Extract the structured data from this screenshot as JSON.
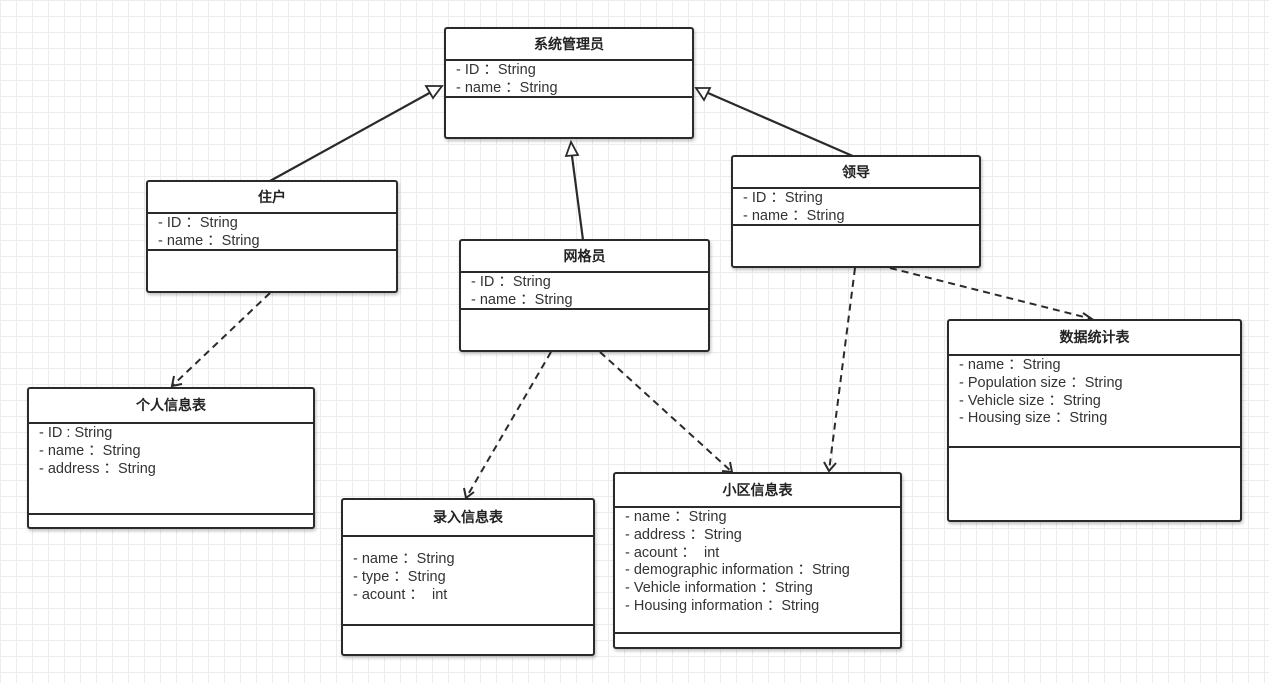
{
  "classes": {
    "admin": {
      "name": "系统管理员",
      "attributes": [
        "- ID ：String",
        "- name ：String"
      ]
    },
    "resident": {
      "name": "住户",
      "attributes": [
        "- ID ：String",
        "- name ：String"
      ]
    },
    "grid": {
      "name": "网格员",
      "attributes": [
        "- ID ：String",
        "- name ：String"
      ]
    },
    "leader": {
      "name": "领导",
      "attributes": [
        "- ID ：String",
        "- name ：String"
      ]
    },
    "personal": {
      "name": "个人信息表",
      "attributes": [
        "- ID : String",
        "- name ：String",
        "- address ：String"
      ]
    },
    "entry": {
      "name": "录入信息表",
      "attributes": [
        "- name ：String",
        "- type ：String",
        "- acount ：  int"
      ]
    },
    "community": {
      "name": "小区信息表",
      "attributes": [
        "- name ：String",
        "- address ：String",
        "- acount ：  int",
        "- demographic information ：String",
        "- Vehicle information ：String",
        "- Housing information ：String"
      ]
    },
    "stats": {
      "name": "数据统计表",
      "attributes": [
        "- name ：String",
        "- Population size ：String",
        "- Vehicle size ：String",
        "- Housing size ：String"
      ]
    }
  },
  "relations": [
    {
      "from": "resident",
      "to": "admin",
      "kind": "generalization"
    },
    {
      "from": "grid",
      "to": "admin",
      "kind": "generalization"
    },
    {
      "from": "leader",
      "to": "admin",
      "kind": "generalization"
    },
    {
      "from": "resident",
      "to": "personal",
      "kind": "dependency"
    },
    {
      "from": "grid",
      "to": "entry",
      "kind": "dependency"
    },
    {
      "from": "grid",
      "to": "community",
      "kind": "dependency"
    },
    {
      "from": "leader",
      "to": "community",
      "kind": "dependency"
    },
    {
      "from": "leader",
      "to": "stats",
      "kind": "dependency"
    }
  ],
  "colors": {
    "line": "#2a2a2a",
    "grid": "#ececec",
    "box": "#ffffff"
  }
}
